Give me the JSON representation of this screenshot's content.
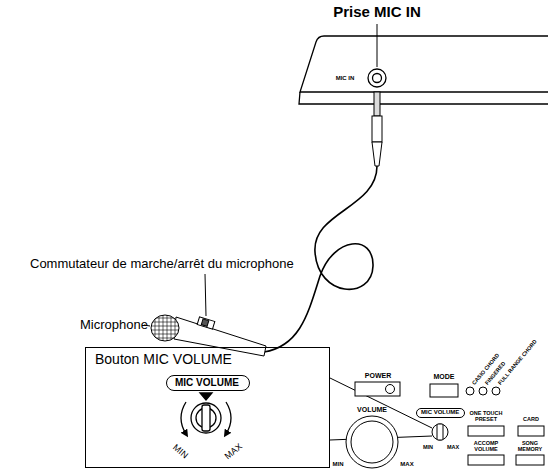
{
  "diagram": {
    "nodes": [
      {
        "text": [
          "Bouton MIC VOLUME"
        ]
      },
      {
        "text": [
          "MIC VOLUME"
        ],
        "in": 0
      },
      {
        "text": [
          "MIC VOLUME"
        ]
      }
    ],
    "labels": [
      "Prise MIC IN",
      "MIC IN",
      "Commutateur de marche/arrêt du microphone",
      "Microphone",
      "MIN",
      "MAX",
      "POWER",
      "MODE",
      "CASIO CHORD",
      "FINGERED",
      "FULL RANGE CHORD",
      "VOLUME",
      "MIN",
      "MAX",
      "MIN",
      "MAX",
      "ONE TOUCH PRESET",
      "CARD",
      "ACCOMP VOLUME",
      "SONG MEMORY"
    ]
  }
}
